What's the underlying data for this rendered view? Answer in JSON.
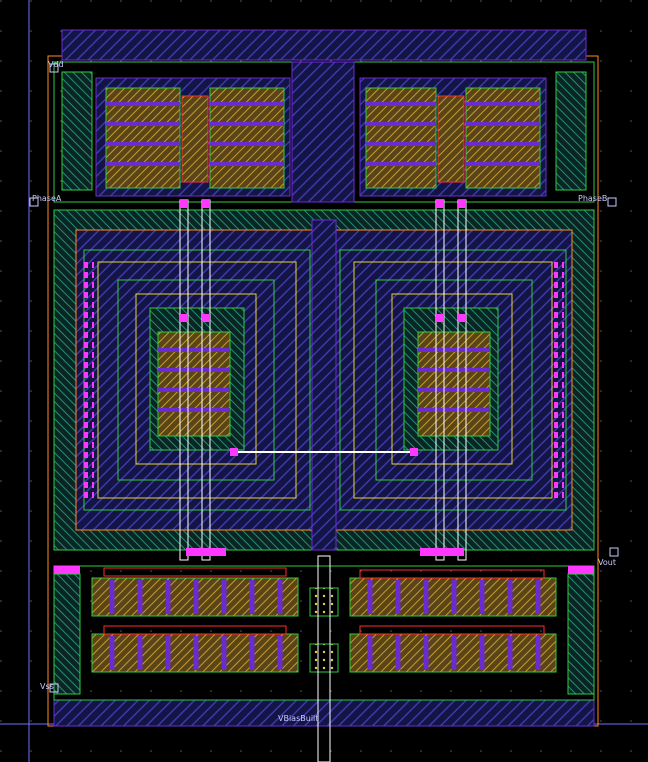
{
  "app": {
    "title": "Layout Editor"
  },
  "layout": {
    "pins": [
      {
        "id": "pin-top-left",
        "label": "Vdd"
      },
      {
        "id": "pin-left",
        "label": "PhaseA"
      },
      {
        "id": "pin-right",
        "label": "PhaseB"
      },
      {
        "id": "pin-out",
        "label": "Vout"
      },
      {
        "id": "pin-bottom-left",
        "label": "Vss"
      },
      {
        "id": "pin-bottom",
        "label": "VBiasBuilt"
      }
    ]
  },
  "colors": {
    "background": "#000000",
    "grid": "#3a3a3a",
    "metal_blue": "#3a3aa8",
    "metal_purple": "#6a2bd0",
    "green": "#2ecc40",
    "orange": "#ff8c1a",
    "yellow": "#e6d23a",
    "magenta": "#ff38ff",
    "red": "#ff2b2b",
    "white": "#ffffff"
  }
}
